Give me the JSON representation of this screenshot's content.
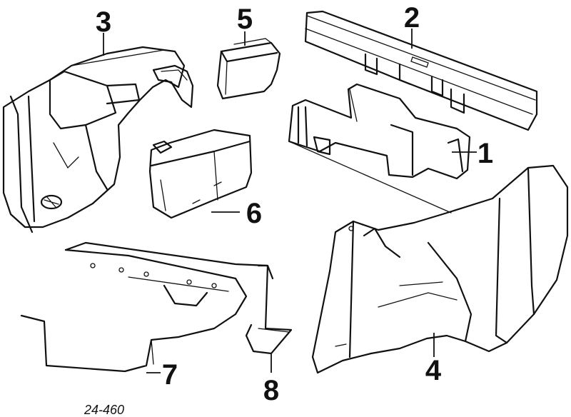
{
  "callouts": [
    {
      "id": "1",
      "label": "1"
    },
    {
      "id": "2",
      "label": "2"
    },
    {
      "id": "3",
      "label": "3"
    },
    {
      "id": "4",
      "label": "4"
    },
    {
      "id": "5",
      "label": "5"
    },
    {
      "id": "6",
      "label": "6"
    },
    {
      "id": "7",
      "label": "7"
    },
    {
      "id": "8",
      "label": "8"
    }
  ],
  "reference_code": "24-460"
}
